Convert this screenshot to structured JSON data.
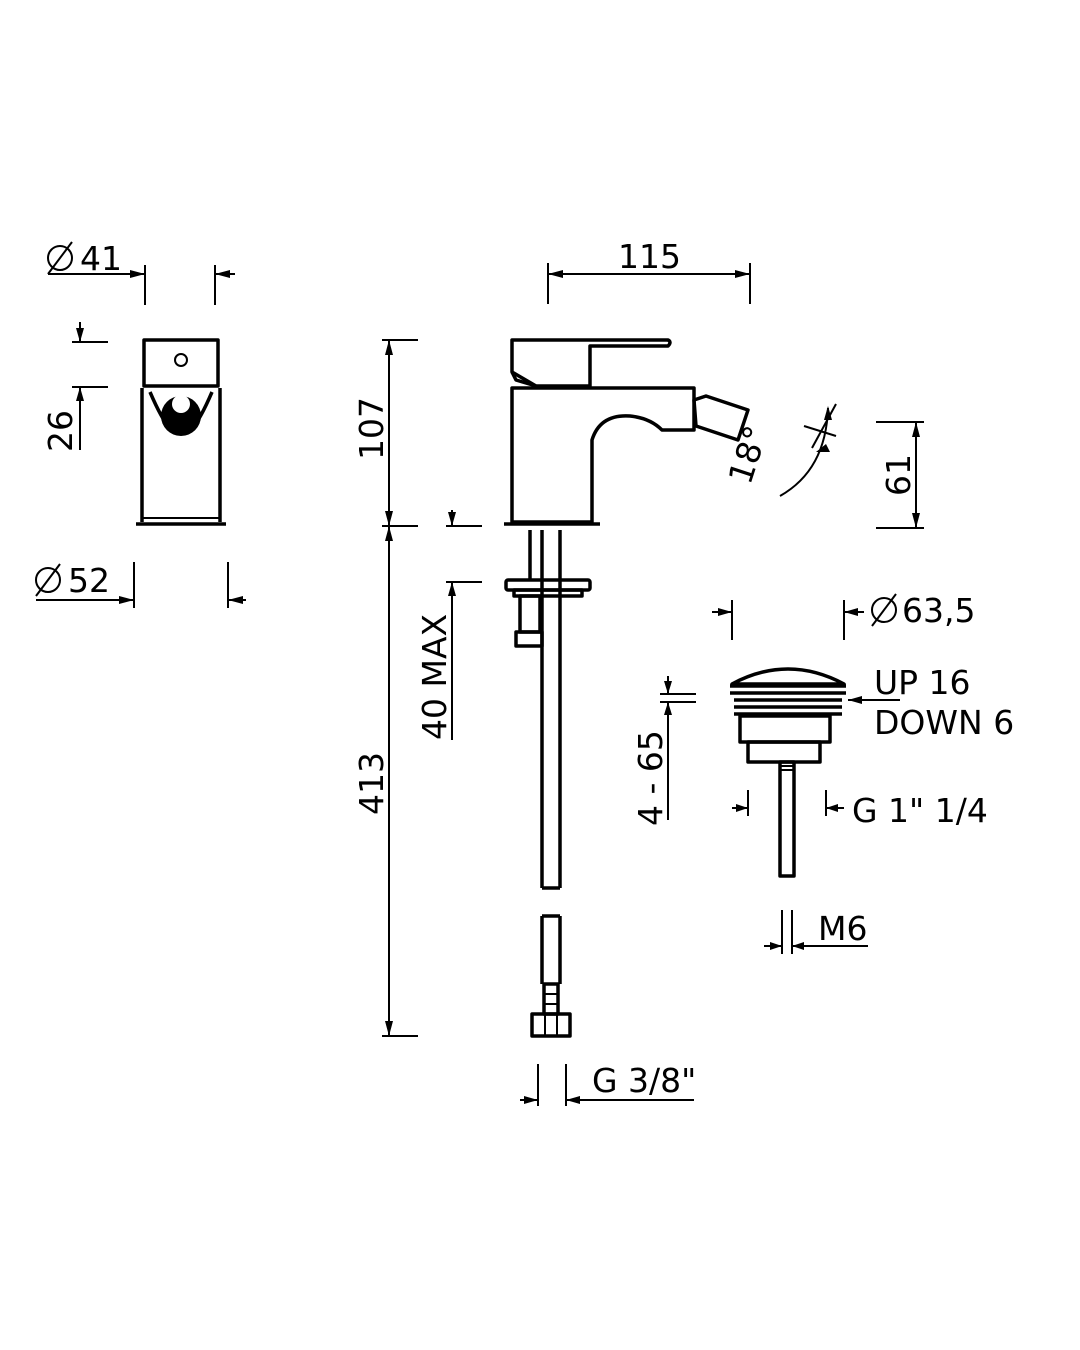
{
  "colors": {
    "ink": "#000000",
    "background": "#ffffff"
  },
  "labels": {
    "dia41": "41",
    "dim26": "26",
    "dia52": "52",
    "dim107": "107",
    "dim115": "115",
    "dim61": "61",
    "angle18": "18°",
    "dim40max": "40 MAX",
    "dim413": "413",
    "g38": "G 3/8\"",
    "dia63": "63,5",
    "up16": "UP 16",
    "down6": "DOWN 6",
    "dim4_65": "4 - 65",
    "g1_14": "G 1\" 1/4",
    "m6": "M6"
  },
  "icons": {
    "diameter": "diameter-symbol-icon"
  }
}
